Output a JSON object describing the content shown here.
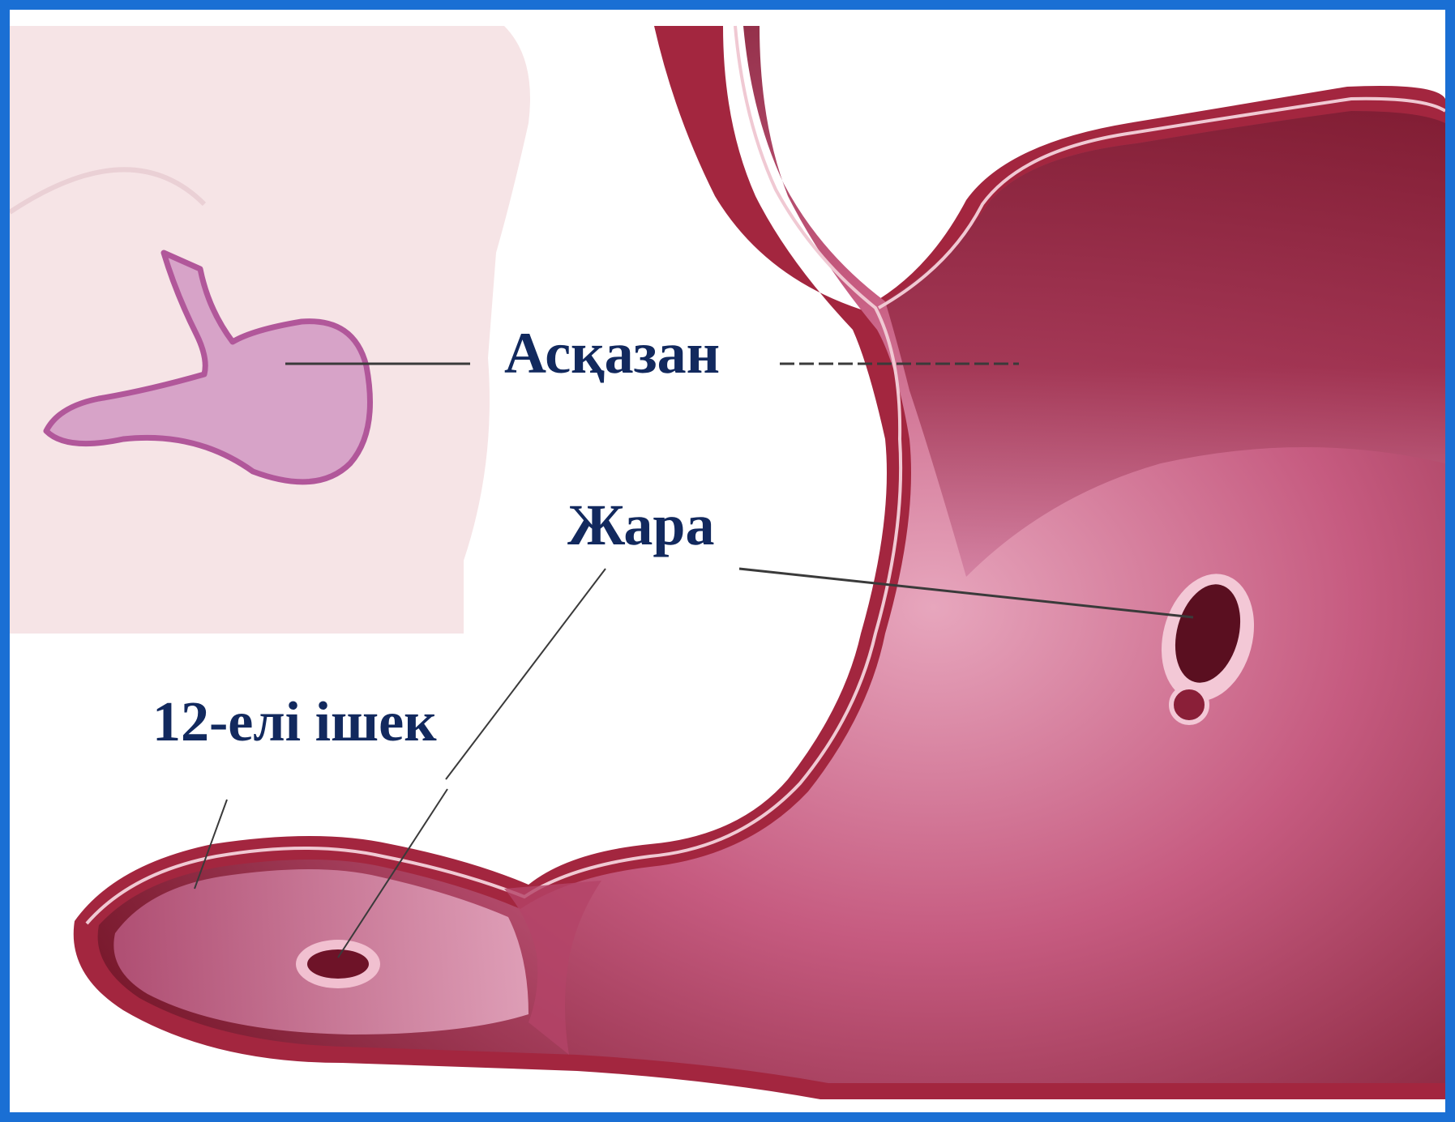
{
  "labels": {
    "stomach": "Асқазан",
    "ulcer": "Жара",
    "duodenum": "12-елі ішек"
  },
  "colors": {
    "frame": "#1a6fd4",
    "label_text": "#12295e",
    "stomach_wall": "#a3263f",
    "stomach_inner_dark": "#7a1a2e",
    "stomach_inner_light": "#d98aa6",
    "body_skin": "#f6e4e6",
    "leader_line": "#3a3a3a"
  },
  "icons": {
    "body_inset": "torso-icon",
    "small_stomach": "stomach-icon"
  }
}
